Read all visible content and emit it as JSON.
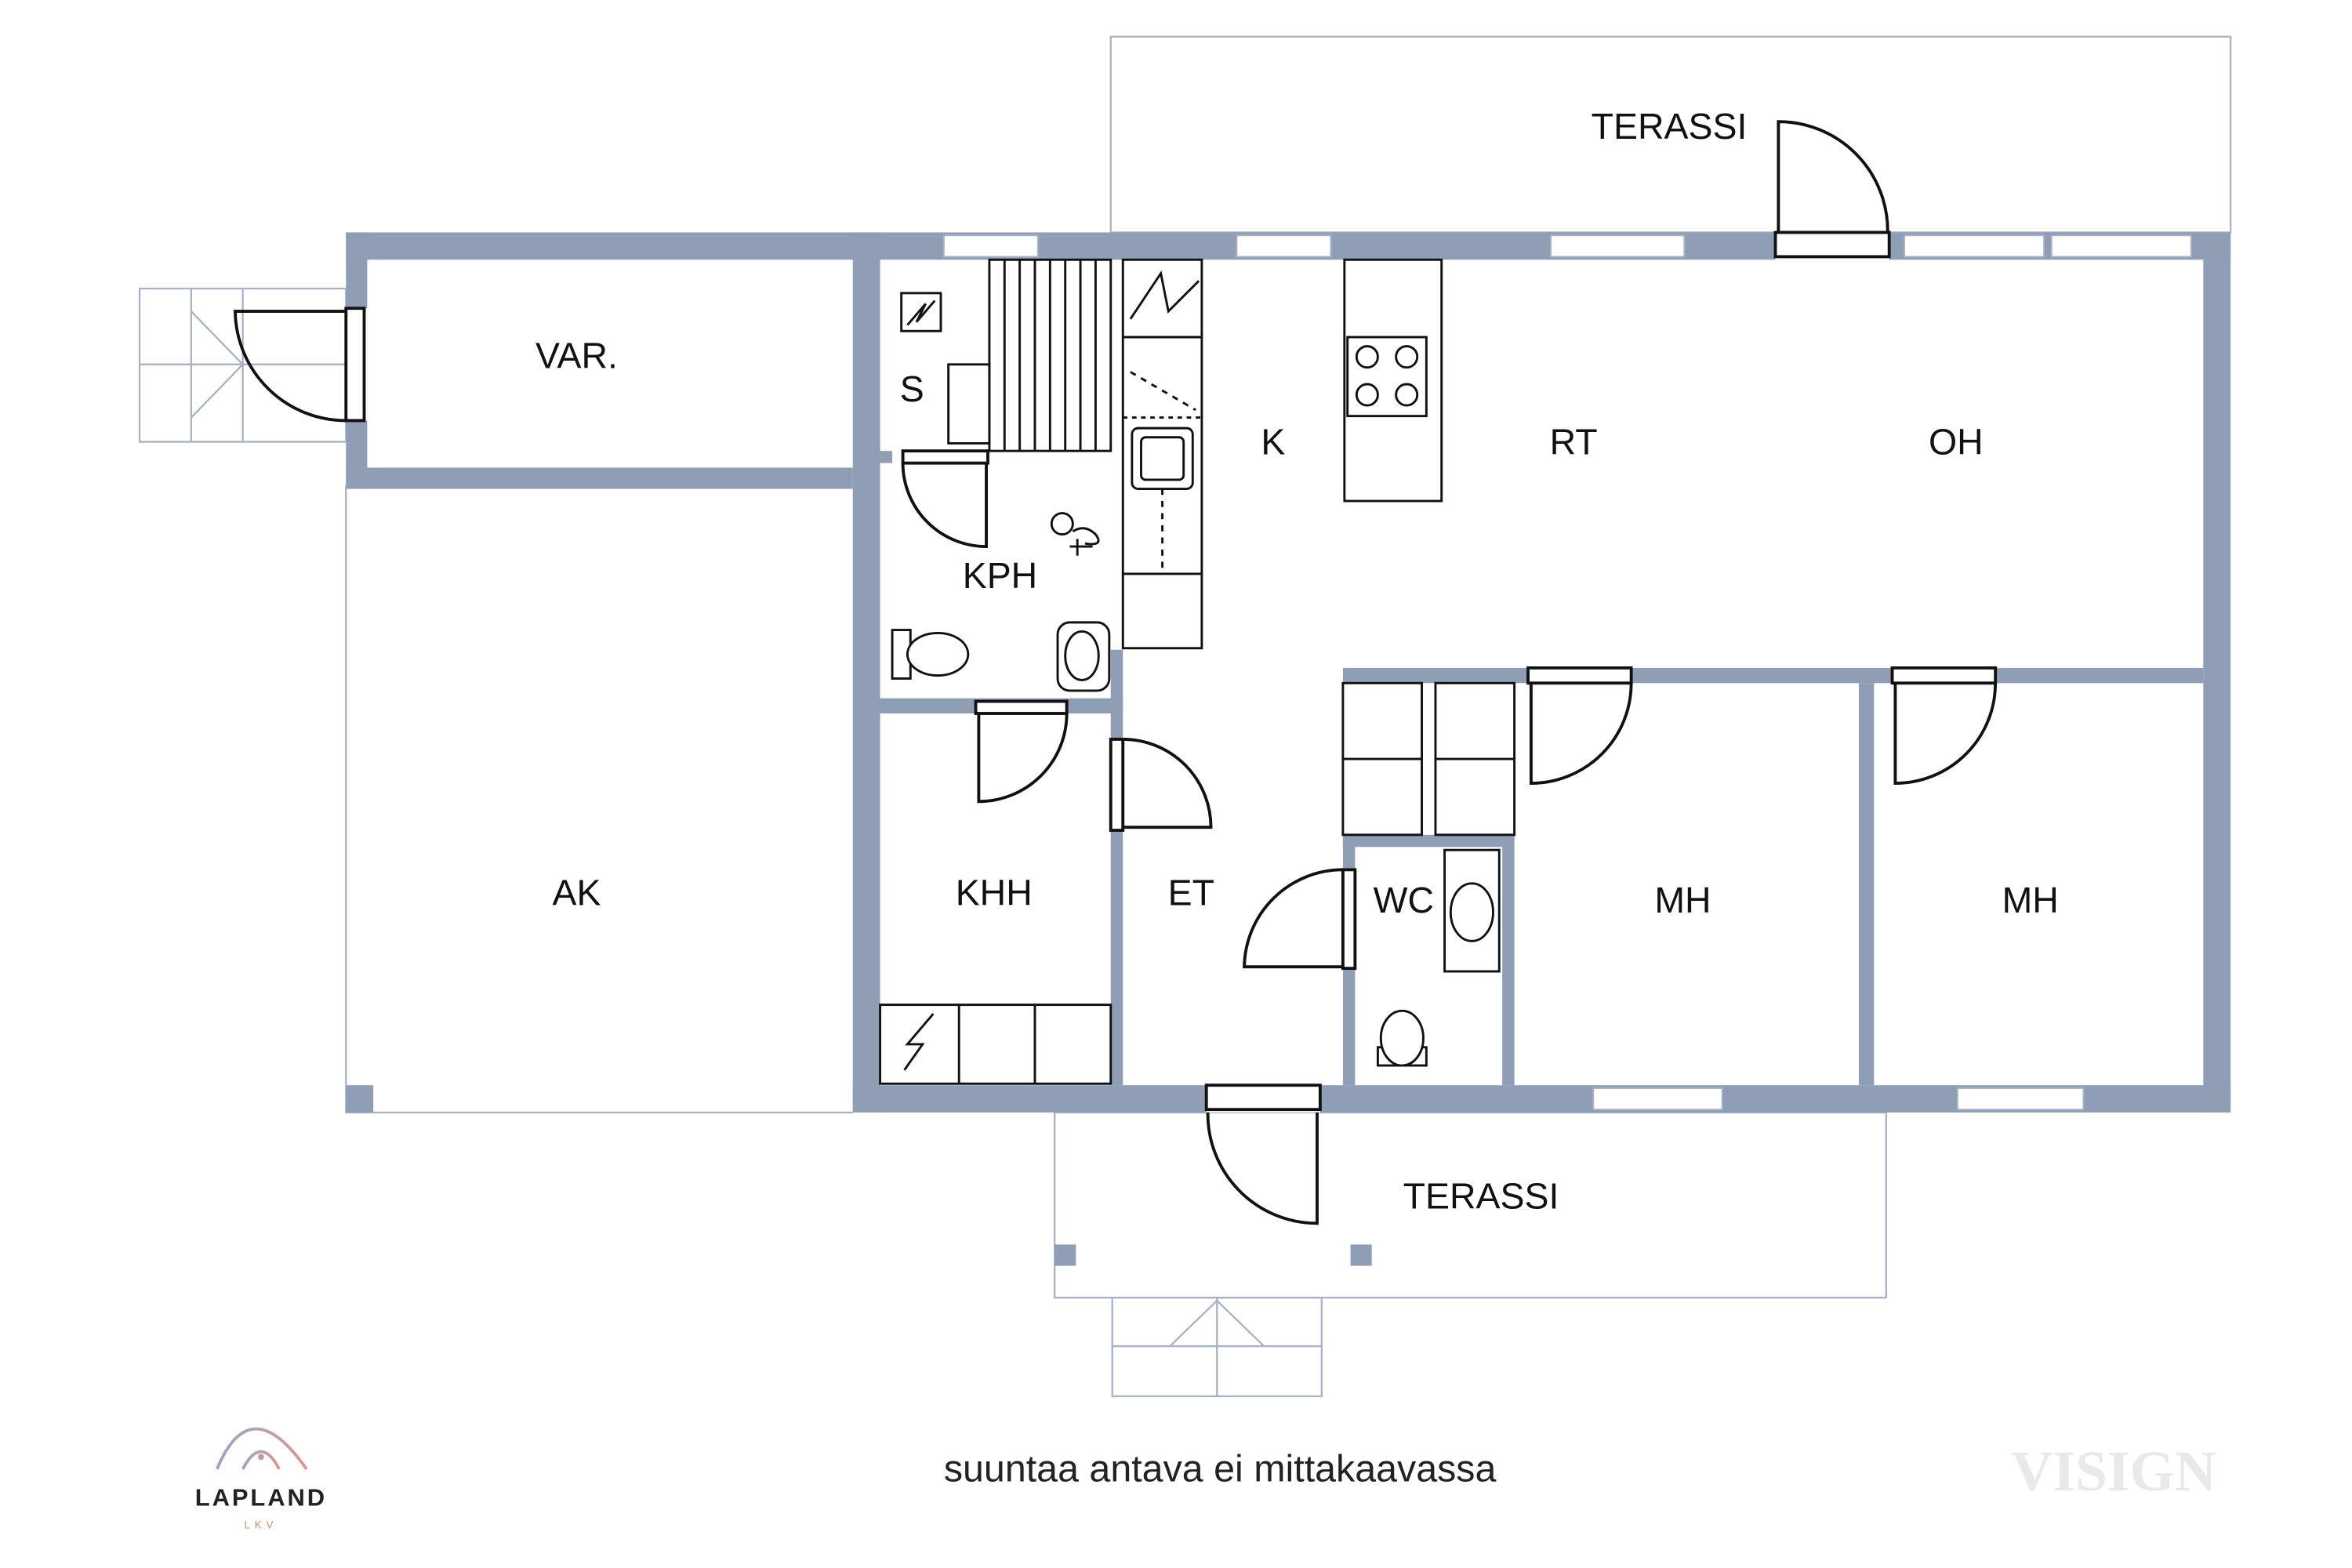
{
  "rooms": {
    "var": "VAR.",
    "s": "S",
    "kph": "KPH",
    "k": "K",
    "rt": "RT",
    "oh": "OH",
    "ak": "AK",
    "khh": "KHH",
    "et": "ET",
    "wc": "WC",
    "mh1": "MH",
    "mh2": "MH",
    "terrace_top": "TERASSI",
    "terrace_bottom": "TERASSI"
  },
  "caption": "suuntaa antava ei mittakaavassa",
  "logo": {
    "name": "LAPLAND",
    "sub": "LKV"
  },
  "watermark": "VISIGN",
  "colors": {
    "wall": "#8f9db5",
    "outline": "#a9b3c4"
  }
}
